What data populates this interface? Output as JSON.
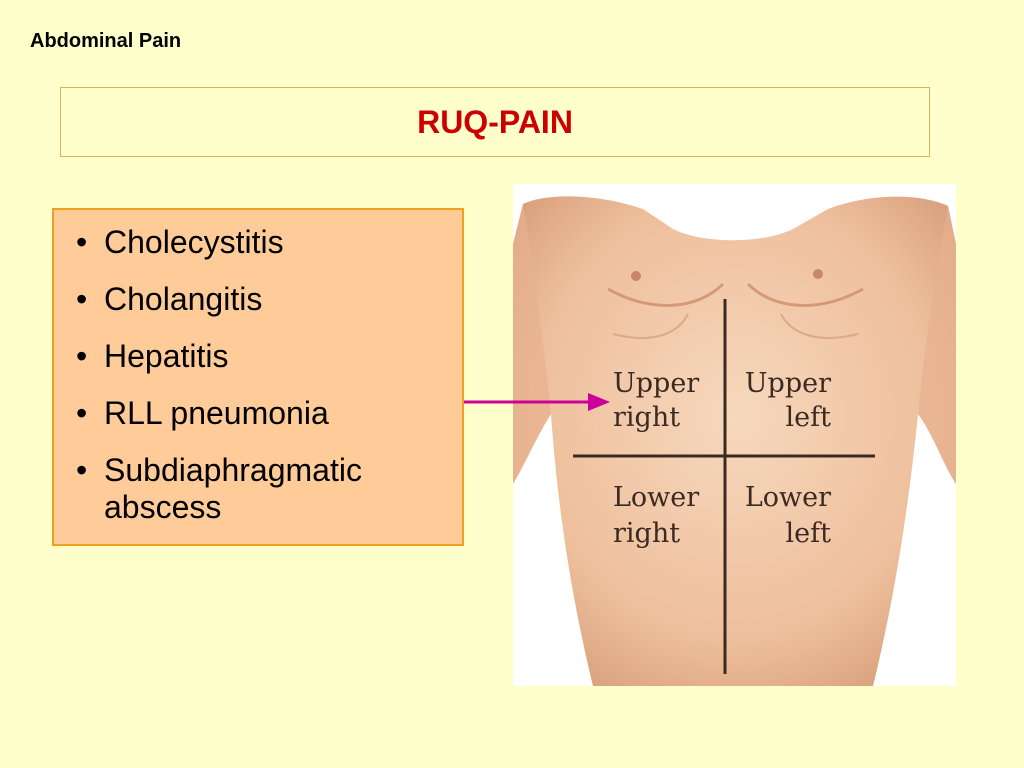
{
  "slide": {
    "background": "#ffffcc",
    "header_label": "Abdominal Pain",
    "title": "RUQ-PAIN",
    "title_color": "#cc0000",
    "list_box_fill": "#ffcc99",
    "list_box_border": "#f0a020",
    "items": [
      "Cholecystitis",
      "Cholangitis",
      "Hepatitis",
      "RLL pneumonia",
      "Subdiaphragmatic abscess"
    ],
    "bullet": "•",
    "arrow_color": "#cc0099"
  },
  "figure": {
    "upper_right": [
      "Upper",
      "right"
    ],
    "upper_left": [
      "Upper",
      "left"
    ],
    "lower_right": [
      "Lower",
      "right"
    ],
    "lower_left": [
      "Lower",
      "left"
    ],
    "skin_color": "#f2c9a8"
  }
}
